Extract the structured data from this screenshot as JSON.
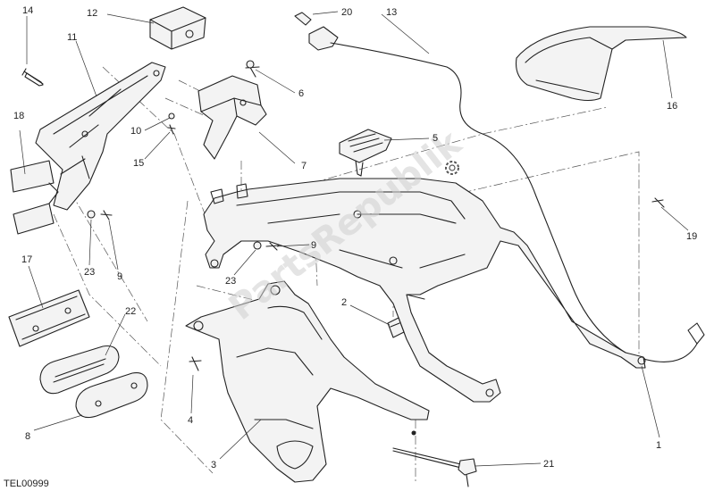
{
  "diagram": {
    "code": "TEL00999",
    "watermark": "PartsRepublik",
    "callouts": {
      "c1": "1",
      "c2": "2",
      "c3": "3",
      "c4": "4",
      "c5": "5",
      "c6": "6",
      "c7": "7",
      "c8": "8",
      "c9a": "9",
      "c9b": "9",
      "c10": "10",
      "c11": "11",
      "c12": "12",
      "c13": "13",
      "c14": "14",
      "c15": "15",
      "c16": "16",
      "c17": "17",
      "c18": "18",
      "c19": "19",
      "c20": "20",
      "c21": "21",
      "c22": "22",
      "c23a": "23",
      "c23b": "23"
    }
  }
}
